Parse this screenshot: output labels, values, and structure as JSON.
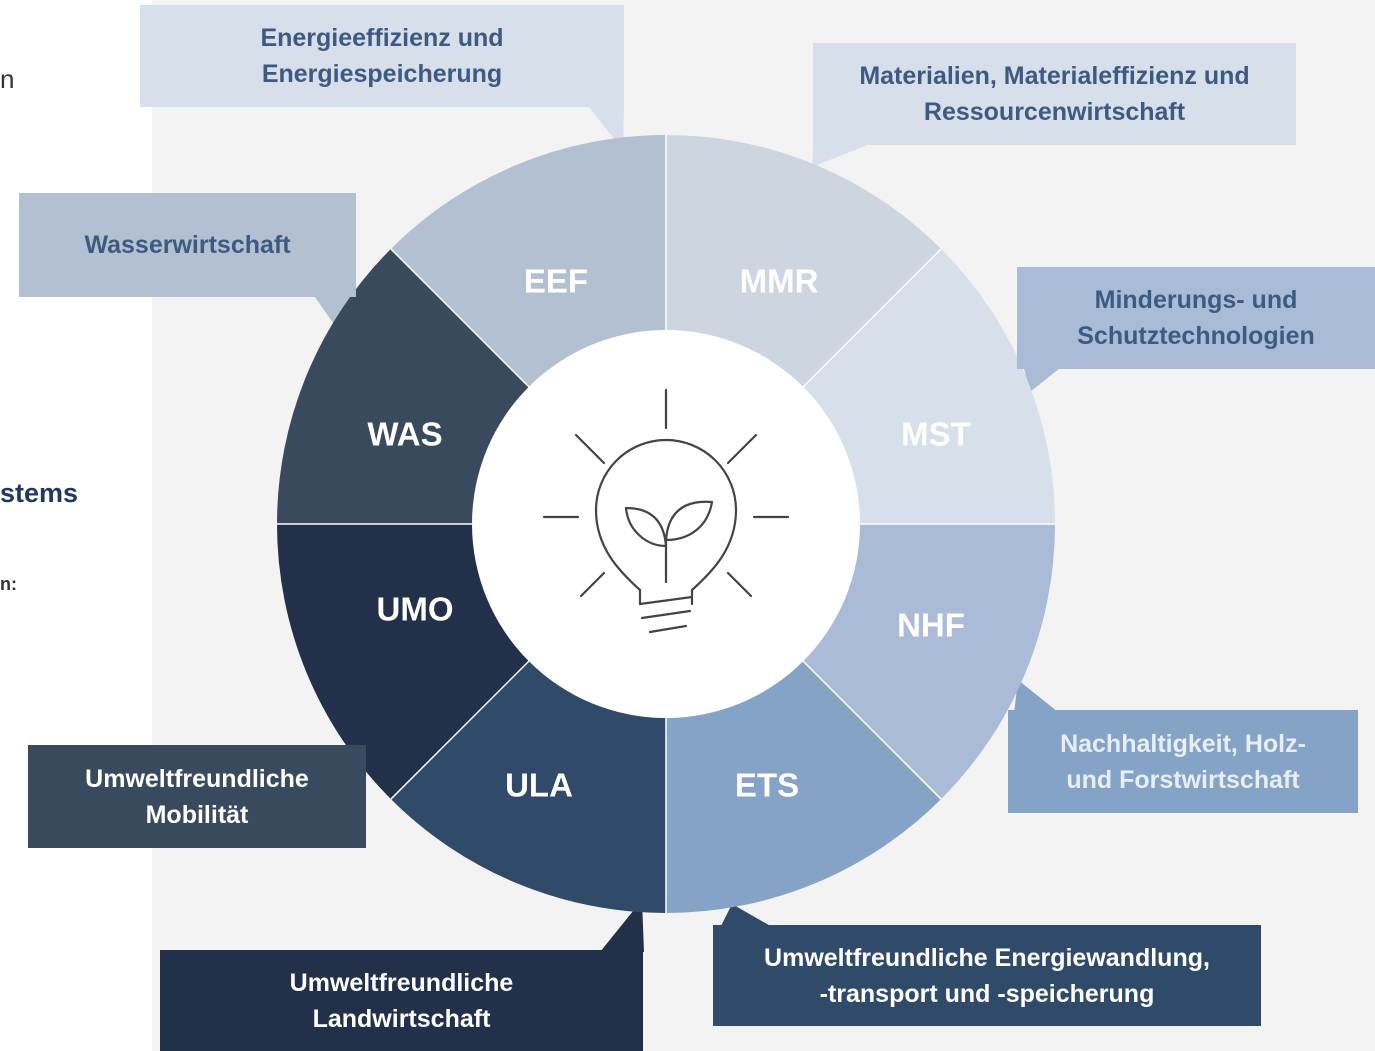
{
  "fragments": {
    "text1": "n",
    "text2": "stems",
    "text3": "n:"
  },
  "segments": [
    {
      "id": "eef",
      "code": "EEF",
      "color": "#cdd5e0"
    },
    {
      "id": "mmr",
      "code": "MMR",
      "color": "#d6dfea"
    },
    {
      "id": "mst",
      "code": "MST",
      "color": "#a9bbd6"
    },
    {
      "id": "nhf",
      "code": "NHF",
      "color": "#84a3c6"
    },
    {
      "id": "ets",
      "code": "ETS",
      "color": "#304a69"
    },
    {
      "id": "ula",
      "code": "ULA",
      "color": "#223149"
    },
    {
      "id": "umo",
      "code": "UMO",
      "color": "#3a4a5e"
    },
    {
      "id": "was",
      "code": "WAS",
      "color": "#b2c0d1"
    }
  ],
  "callouts": {
    "eef": {
      "text": "Energieeffizienz und\nEnergiespeicherung",
      "bg": "#d6dfea",
      "color": "#3f5a82"
    },
    "mmr": {
      "text": "Materialien, Materialeffizienz und\nRessourcenwirtschaft",
      "bg": "#d6dfea",
      "color": "#3f5a82"
    },
    "mst": {
      "text": "Minderungs- und\nSchutztechnologien",
      "bg": "#a9bbd6",
      "color": "#3f5a82"
    },
    "nhf": {
      "text": "Nachhaltigkeit, Holz-\nund Forstwirtschaft",
      "bg": "#84a3c6",
      "color": "#e8eef6"
    },
    "ets": {
      "text": "Umweltfreundliche Energiewandlung,\n-transport und -speicherung",
      "bg": "#304a69",
      "color": "#ffffff"
    },
    "ula": {
      "text": "Umweltfreundliche\nLandwirtschaft",
      "bg": "#223149",
      "color": "#ffffff"
    },
    "umo": {
      "text": "Umweltfreundliche\nMobilität",
      "bg": "#3a4a5e",
      "color": "#ffffff"
    },
    "was": {
      "text": "Wasserwirtschaft",
      "bg": "#b2c0d1",
      "color": "#3f5a82"
    }
  },
  "center": {
    "icon": "lightbulb-sprout-icon",
    "bg": "#ffffff"
  }
}
